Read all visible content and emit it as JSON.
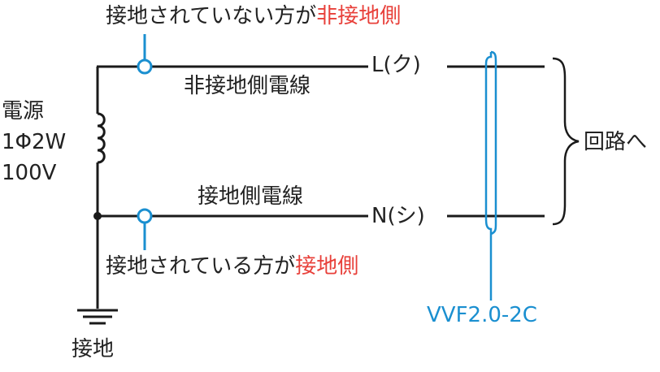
{
  "annotations": {
    "top_prefix": "接地されていない方が",
    "top_highlight": "非接地側",
    "bottom_prefix": "接地されている方が",
    "bottom_highlight": "接地側"
  },
  "wires": {
    "ungrounded_label": "非接地側電線",
    "grounded_label": "接地側電線",
    "terminal_l": "L(ク)",
    "terminal_n": "N(シ)"
  },
  "source": {
    "line1": "電源",
    "line2": "1Φ2W",
    "line3": "100V"
  },
  "ground_label": "接地",
  "cable_label": "VVF2.0-2C",
  "circuit_label": "回路へ",
  "colors": {
    "wire": "#1a1a1a",
    "accent_blue": "#1a8fd0",
    "highlight_red": "#e8403a"
  }
}
